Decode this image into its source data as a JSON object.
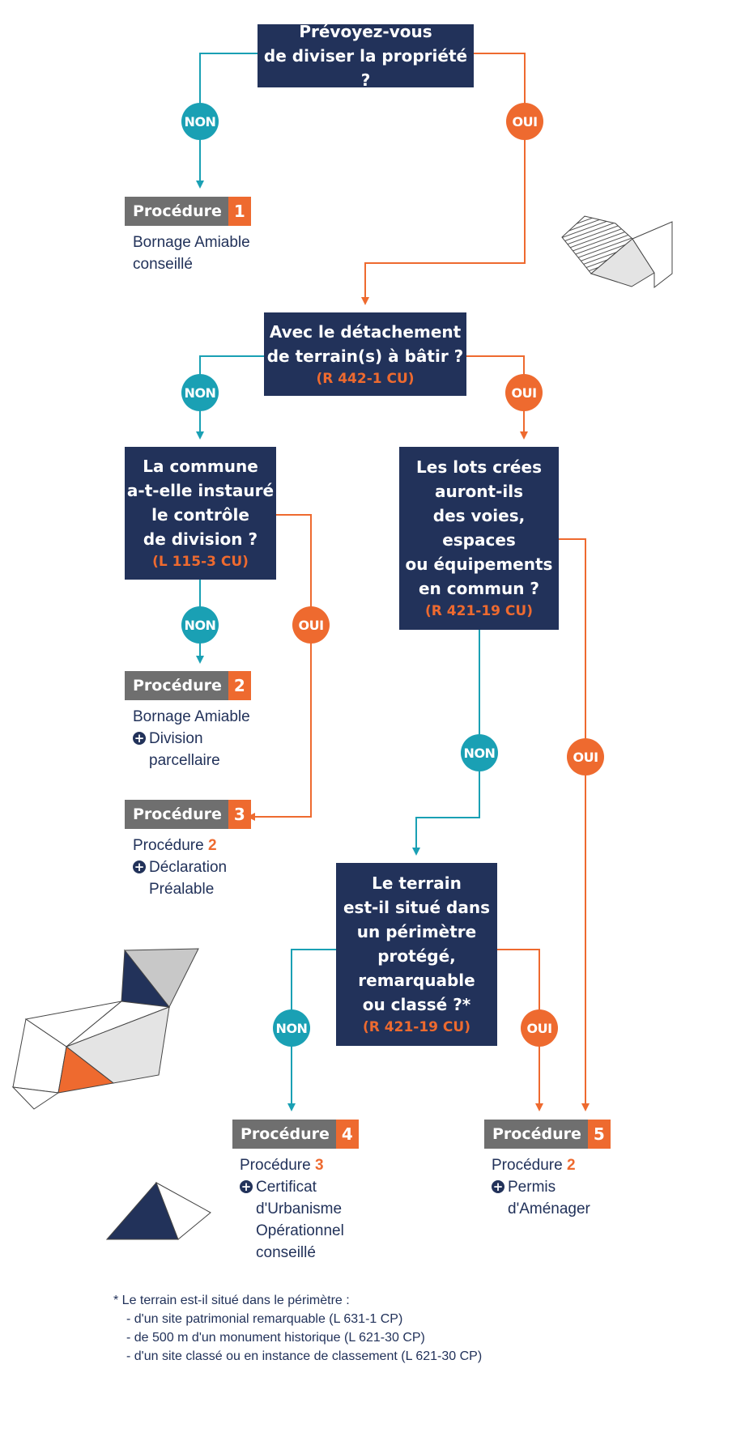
{
  "questions": {
    "q1": {
      "lines": [
        "Prévoyez-vous",
        "de diviser la propriété ?"
      ],
      "ref": ""
    },
    "q2": {
      "lines": [
        "Avec le détachement",
        "de terrain(s) à bâtir ?"
      ],
      "ref": "(R 442-1 CU)"
    },
    "q3": {
      "lines": [
        "La commune",
        "a-t-elle instauré",
        "le contrôle",
        "de division ?"
      ],
      "ref": "(L 115-3 CU)"
    },
    "q4": {
      "lines": [
        "Les lots crées",
        "auront-ils",
        "des voies,",
        "espaces",
        "ou équipements",
        "en commun ?"
      ],
      "ref": "(R 421-19 CU)"
    },
    "q5": {
      "lines": [
        "Le terrain",
        "est-il situé dans",
        "un périmètre",
        "protégé,",
        "remarquable",
        "ou classé ?*"
      ],
      "ref": "(R 421-19 CU)"
    }
  },
  "badges": {
    "non": "NON",
    "oui": "OUI"
  },
  "procedure_label": "Procédure",
  "procedures": [
    {
      "num": "1",
      "lines": [
        "Bornage Amiable",
        "conseillé"
      ]
    },
    {
      "num": "2",
      "lines": [
        "Bornage Amiable"
      ],
      "plus": [
        "Division",
        "parcellaire"
      ]
    },
    {
      "num": "3",
      "ref_num": "2",
      "plus": [
        "Déclaration",
        "Préalable"
      ]
    },
    {
      "num": "4",
      "ref_num": "3",
      "plus": [
        "Certificat",
        "d'Urbanisme",
        "Opérationnel",
        "conseillé"
      ]
    },
    {
      "num": "5",
      "ref_num": "2",
      "plus": [
        "Permis",
        "d'Aménager"
      ]
    }
  ],
  "footnote": {
    "intro": "* Le terrain est-il situé dans le périmètre :",
    "items": [
      "- d'un site patrimonial remarquable (L 631-1 CP)",
      "- de 500 m d'un monument historique (L 621-30 CP)",
      "- d'un site classé ou en instance de classement (L 621-30 CP)"
    ]
  },
  "colors": {
    "navy": "#22325a",
    "teal": "#1aa0b4",
    "orange": "#ee6a2f",
    "gray": "#6f6f6f"
  }
}
